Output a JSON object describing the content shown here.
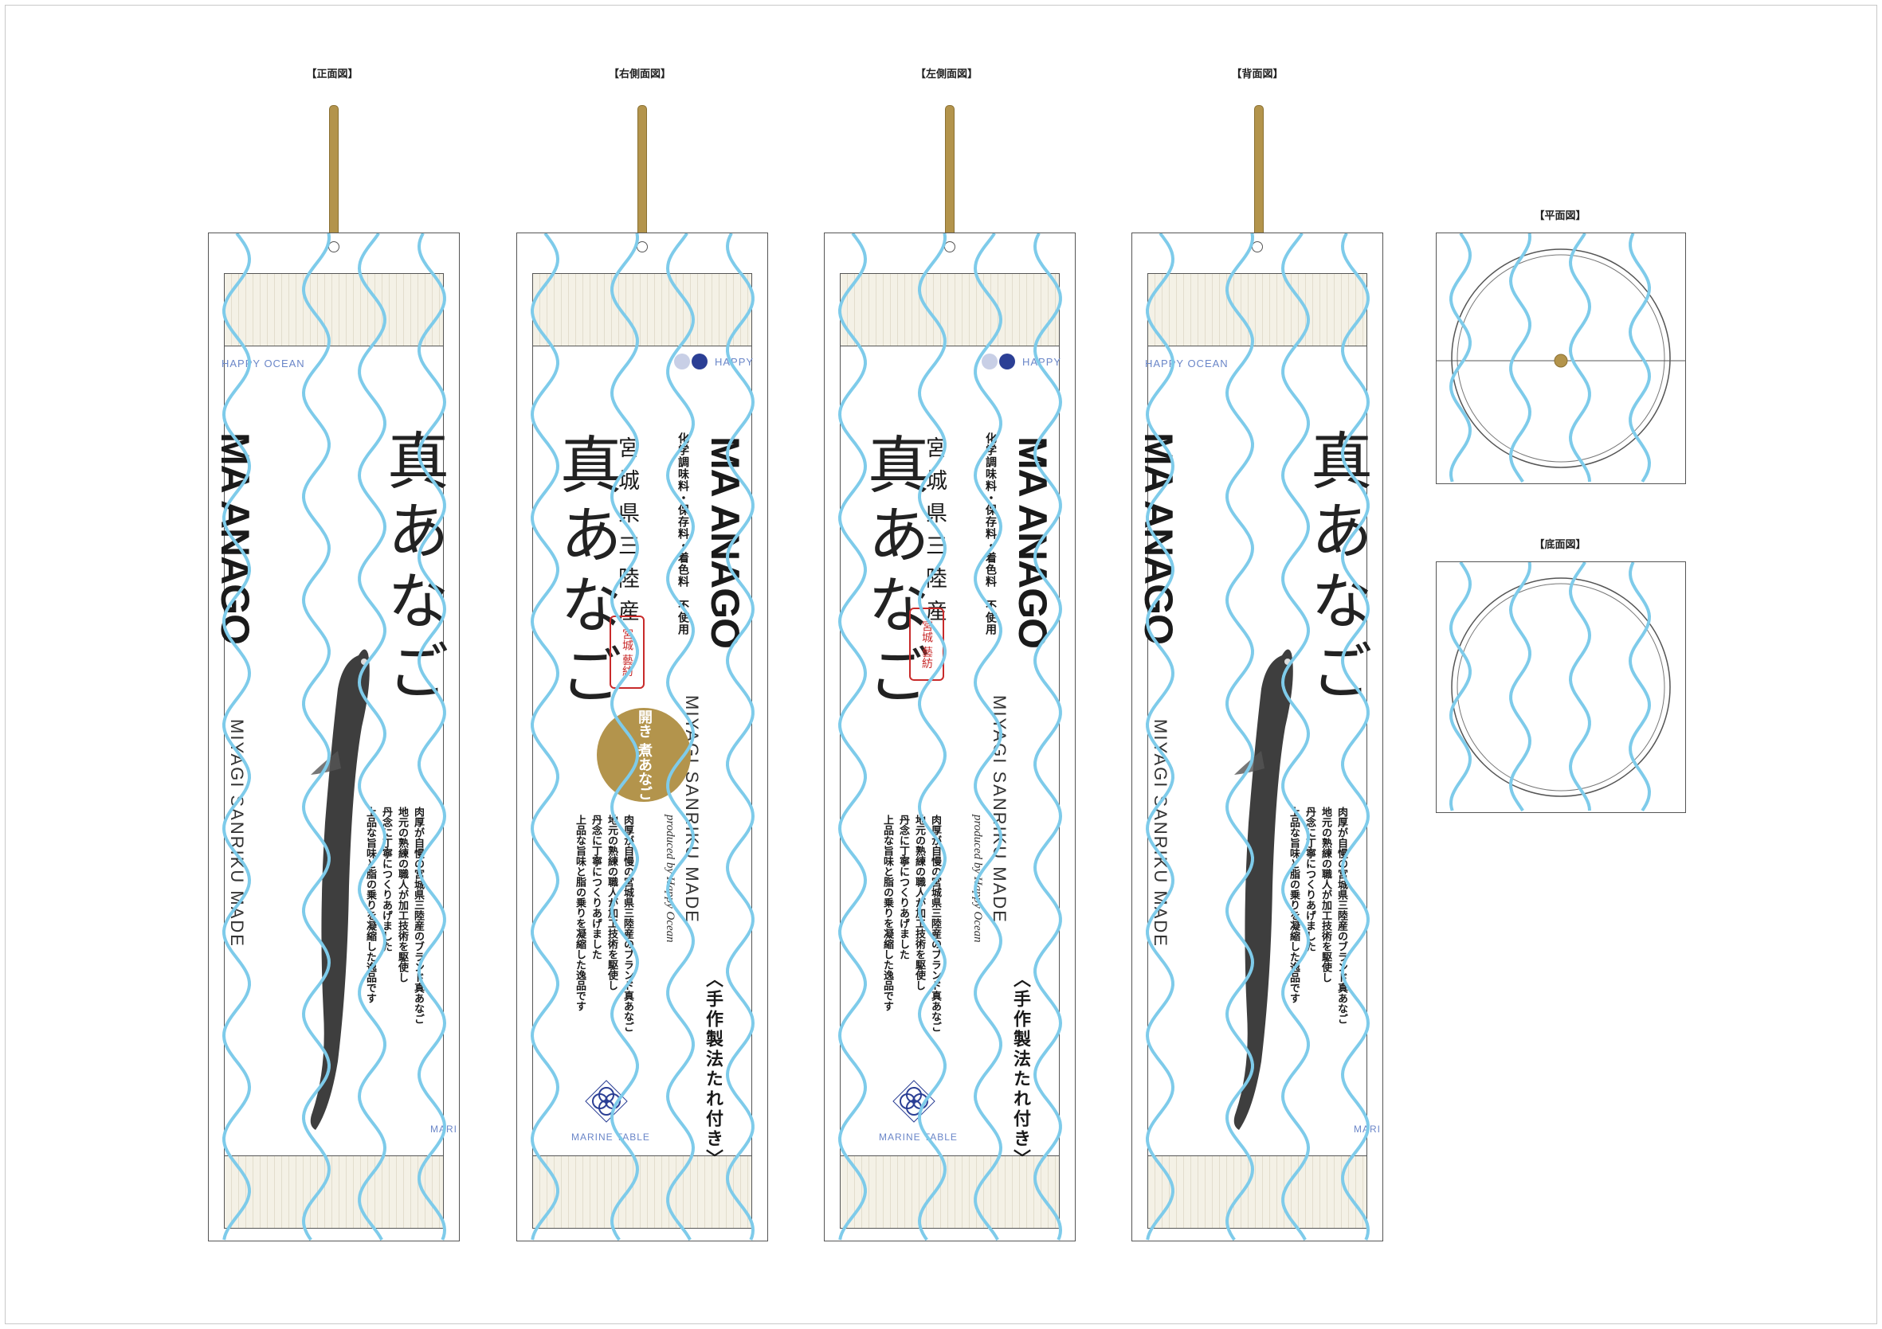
{
  "views": {
    "front": "【正面図】",
    "right": "【右側面図】",
    "left": "【左側面図】",
    "back": "【背面図】",
    "top": "【平面図】",
    "bottom": "【底面図】"
  },
  "brand": {
    "happy_ocean": "HAPPY OCEAN",
    "happy_short": "HAPPY",
    "marine_table": "MARINE TABLE",
    "marine_short": "MARI"
  },
  "product": {
    "title_en": "MA ANAGO",
    "title_jp": "真あなご",
    "subtitle": "MIYAGI SANRIKU MADE",
    "origin": "宮城県三陸産",
    "seal": "宮城 藝紡",
    "no_additives": "化学調味料・保存料・着色料　不使用",
    "produced_by": "produced by Happy Ocean",
    "tare": "〈手作製法たれ付き〉",
    "badge": "開き 煮あなご",
    "description": [
      "肉厚が自慢の宮城県三陸産のブランド真あなご",
      "地元の熟練の職人が加工技術を駆使し",
      "丹念に丁寧につくりあげました",
      "上品な旨味と脂の乗りを凝縮した逸品です"
    ]
  },
  "colors": {
    "wave": "#7ecbea",
    "gold": "#b3944c",
    "brand_blue": "#2b3f95",
    "seal_red": "#c82a2a"
  }
}
